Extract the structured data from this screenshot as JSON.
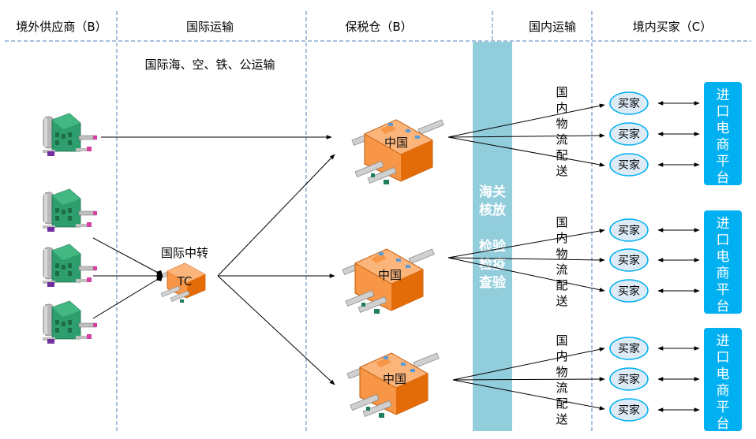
{
  "columns": [
    "境外供应商（B）",
    "国际运输",
    "保税仓（B）",
    "国内运输",
    "境内买家（C）"
  ],
  "intl_transport_label": "国际海、空、铁、公运输",
  "transit_label": "国际中转",
  "tc_label": "TC",
  "warehouse_labels": [
    "中国",
    "中国",
    "中国"
  ],
  "customs_text": [
    "海关",
    "核放",
    "",
    "检验",
    "检疫",
    "查验"
  ],
  "domestic_delivery_text": "国内物流配送",
  "buyer_label": "买家",
  "platform_text": "进口电商平台",
  "colors": {
    "customs_bar": "#92CDDC",
    "platform": "#00B0F0",
    "buyer_fill": "#DDEBF7",
    "buyer_stroke": "#00B0F0",
    "warehouse_orange": "#F79646",
    "factory_green": "#2E9E6E",
    "divider": "#4F81BD"
  }
}
